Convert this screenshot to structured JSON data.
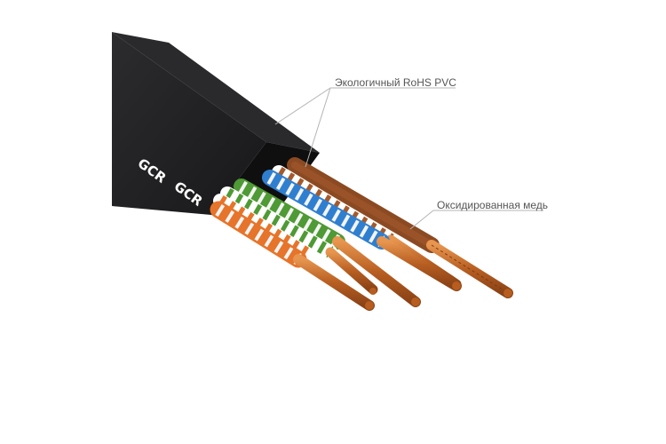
{
  "product": {
    "brand": "GCR",
    "labels": {
      "pvc_jacket": "Экологичный RoHS PVC",
      "copper_conductor": "Оксидированная медь"
    }
  },
  "colors": {
    "background": "#ffffff",
    "jacket": "#1f1f20",
    "brand_text": "#ffffff",
    "wire_orange": "#e6742a",
    "wire_green": "#4e9a34",
    "wire_blue": "#2f7fd0",
    "wire_brown": "#8b4a22",
    "stripe": "#f4f4f4",
    "copper": "#c46a2a",
    "leader_line": "#b5b5b5",
    "label_text": "#555555"
  },
  "icons": {
    "jacket": "flat-cable-jacket",
    "conductors": "twisted-pair-wires"
  }
}
